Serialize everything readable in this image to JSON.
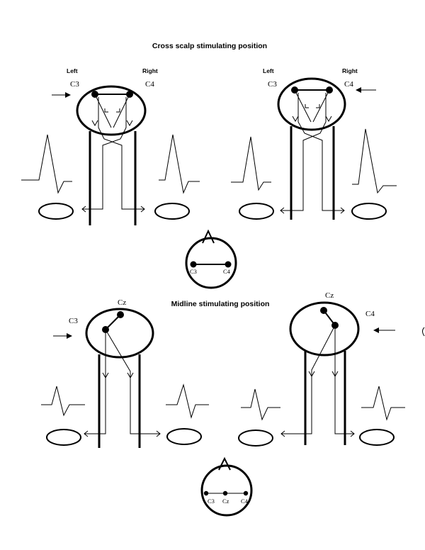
{
  "top": {
    "title": "Cross scalp stimulating position",
    "left_label": "Left",
    "right_label": "Right",
    "c3": "C3",
    "c4": "C4"
  },
  "bottom": {
    "title": "Midline stimulating position",
    "c3": "C3",
    "cz": "Cz",
    "c4": "C4"
  },
  "legend_top": {
    "a": "C3",
    "b": "C4"
  },
  "legend_bottom": {
    "a": "C3",
    "b": "Cz",
    "c": "C4"
  }
}
